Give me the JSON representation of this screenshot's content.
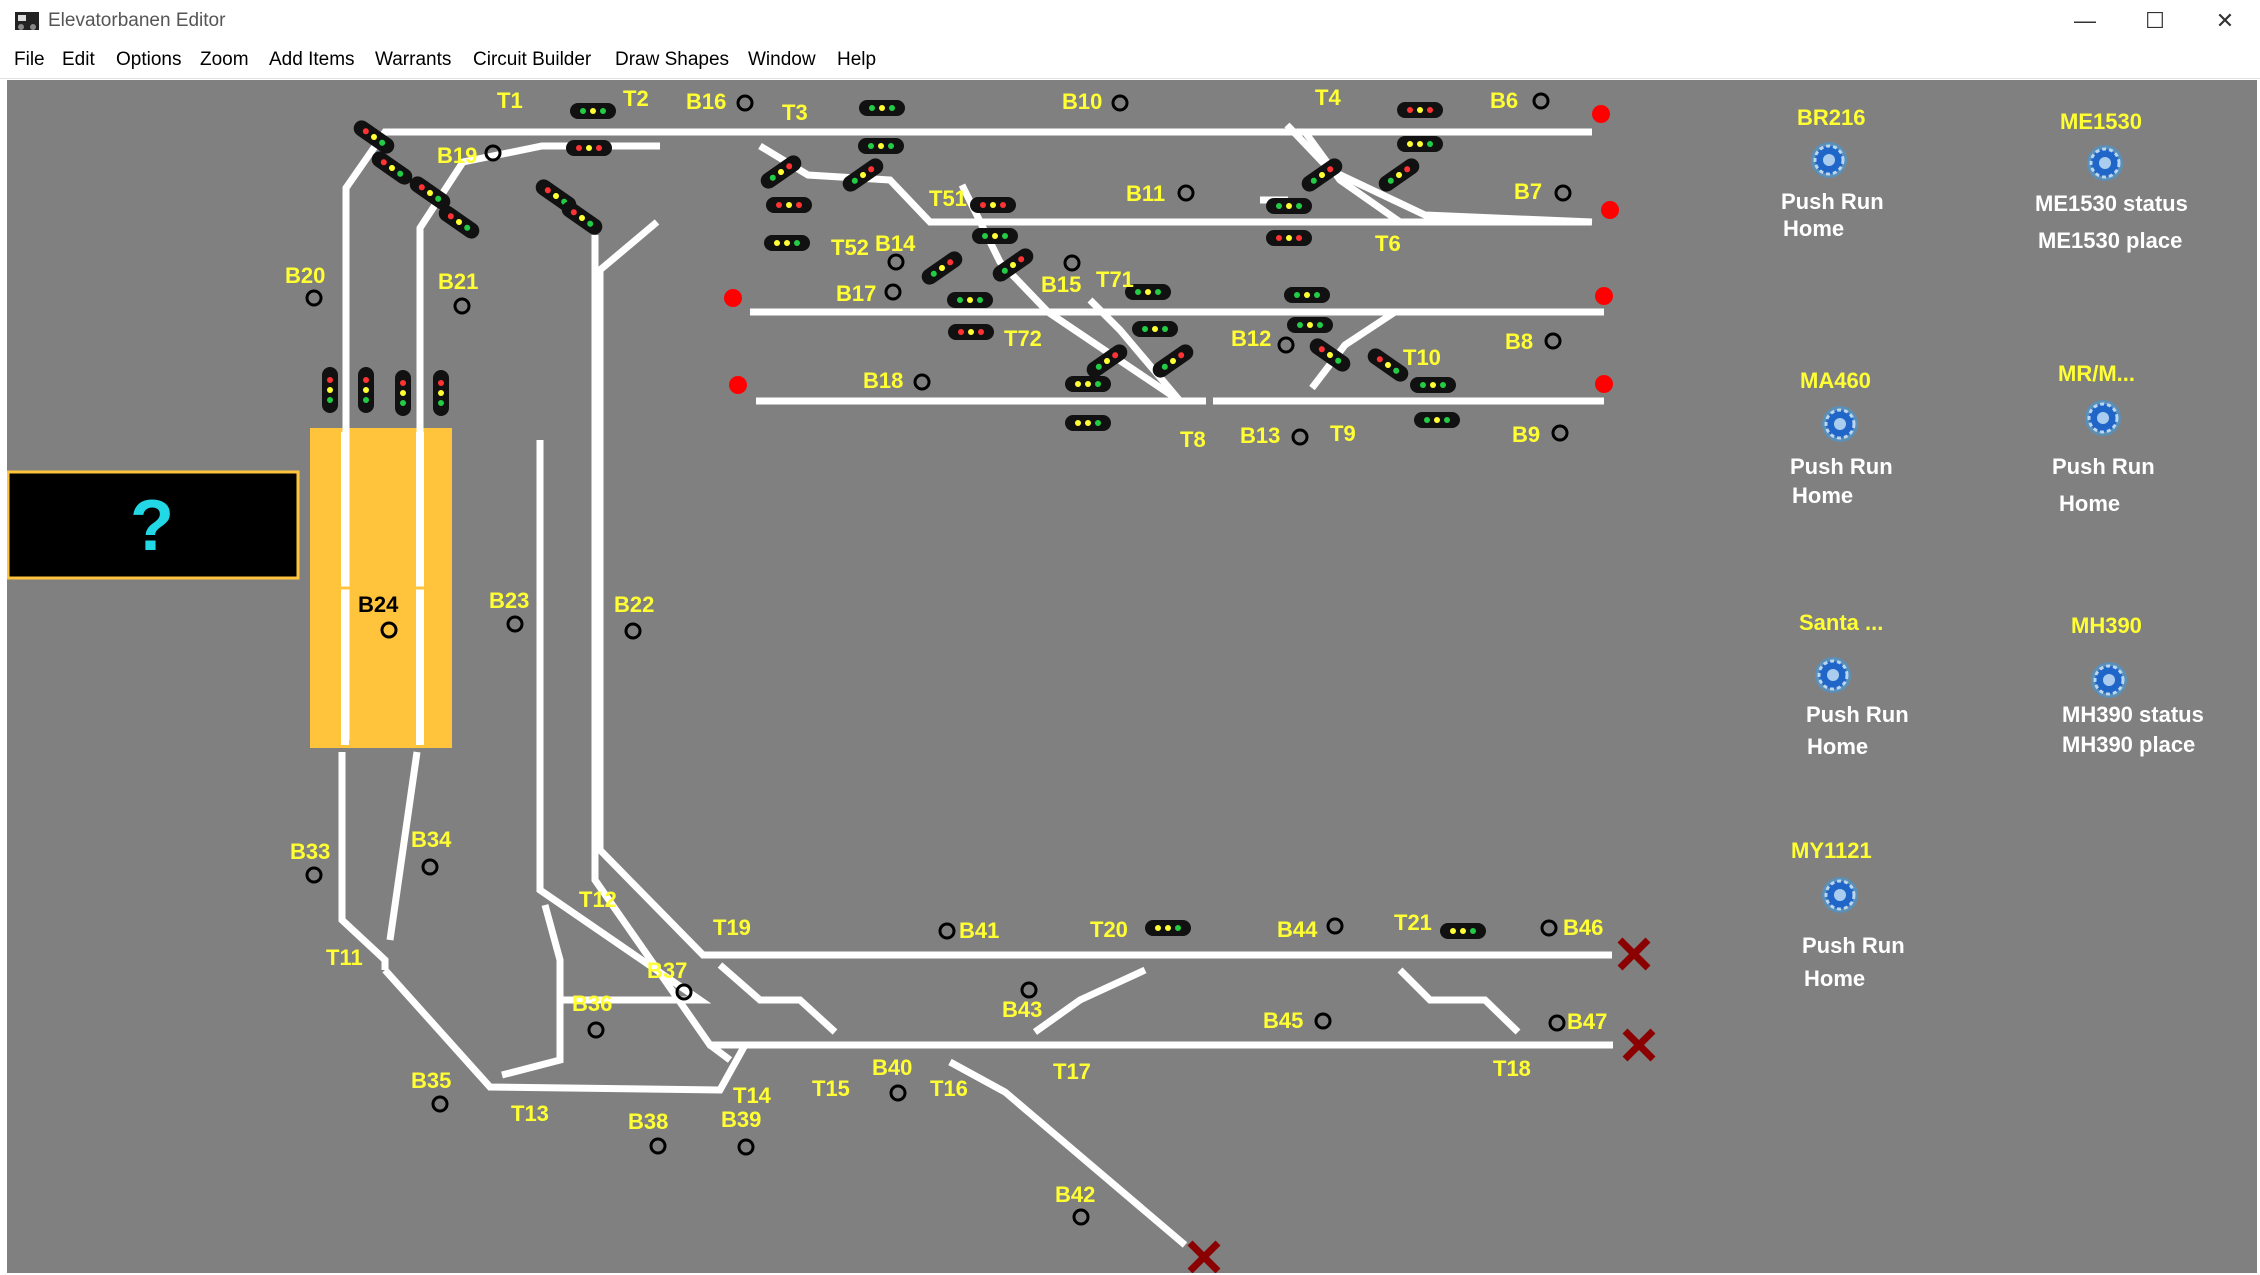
{
  "window": {
    "title": "Elevatorbanen Editor",
    "minimize": "—",
    "maximize": "☐",
    "close": "✕"
  },
  "menu": [
    "File",
    "Edit",
    "Options",
    "Zoom",
    "Add Items",
    "Warrants",
    "Circuit Builder",
    "Draw Shapes",
    "Window",
    "Help"
  ],
  "unknown_box": {
    "text": "?"
  },
  "turnouts": [
    "T1",
    "T2",
    "T3",
    "T4",
    "T6",
    "T8",
    "T9",
    "T10",
    "T11",
    "T12",
    "T13",
    "T14",
    "T15",
    "T16",
    "T17",
    "T18",
    "T19",
    "T20",
    "T21",
    "T51",
    "T52",
    "T71",
    "T72"
  ],
  "blocks": [
    "B6",
    "B7",
    "B8",
    "B9",
    "B10",
    "B11",
    "B12",
    "B13",
    "B14",
    "B15",
    "B16",
    "B17",
    "B18",
    "B19",
    "B20",
    "B21",
    "B22",
    "B23",
    "B24",
    "B33",
    "B34",
    "B35",
    "B36",
    "B37",
    "B38",
    "B39",
    "B40",
    "B41",
    "B42",
    "B43",
    "B44",
    "B45",
    "B46",
    "B47"
  ],
  "trains": [
    {
      "name": "BR216",
      "line1": "Push Run",
      "line2": "Home"
    },
    {
      "name": "ME1530",
      "line1": "ME1530 status",
      "line2": "ME1530 place"
    },
    {
      "name": "MA460",
      "line1": "Push Run",
      "line2": "Home"
    },
    {
      "name": "MR/M...",
      "line1": "Push Run",
      "line2": "Home"
    },
    {
      "name": "Santa ...",
      "line1": "Push Run",
      "line2": "Home"
    },
    {
      "name": "MH390",
      "line1": "MH390 status",
      "line2": "MH390 place"
    },
    {
      "name": "MY1121",
      "line1": "Push Run",
      "line2": "Home"
    }
  ],
  "colors": {
    "panel": "#808080",
    "track": "#ffffff",
    "label": "#ffff33",
    "platform": "#ffc43c",
    "end_marker": "#ff0000",
    "buffer_x": "#8b0000"
  }
}
